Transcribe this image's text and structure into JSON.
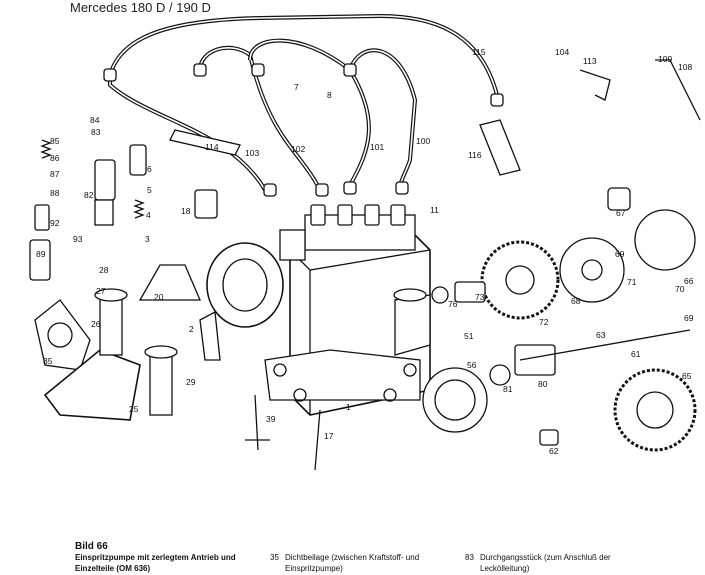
{
  "header": {
    "title": "Mercedes 180 D / 190 D"
  },
  "diagram": {
    "labels": [
      "115",
      "104",
      "113",
      "109",
      "108",
      "7",
      "8",
      "84",
      "83",
      "85",
      "86",
      "87",
      "88",
      "6",
      "5",
      "82",
      "4",
      "92",
      "3",
      "93",
      "89",
      "114",
      "103",
      "102",
      "101",
      "100",
      "116",
      "18",
      "11",
      "67",
      "66",
      "69",
      "71",
      "70",
      "69",
      "68",
      "28",
      "27",
      "20",
      "76",
      "73",
      "72",
      "63",
      "61",
      "2",
      "26",
      "35",
      "51",
      "56",
      "29",
      "25",
      "81",
      "80",
      "65",
      "1",
      "39",
      "17",
      "62"
    ]
  },
  "caption": {
    "figure": "Bild 66",
    "title": "Einspritzpumpe mit zerlegtem Antrieb und Einzelteile (OM 636)",
    "items": [
      {
        "num": "35",
        "text": "Dichtbeilage (zwischen Kraftstoff- und Einspritzpumpe)"
      },
      {
        "num": "83",
        "text": "Durchgangsstück (zum Anschluß der Leckölleitung)"
      }
    ]
  }
}
